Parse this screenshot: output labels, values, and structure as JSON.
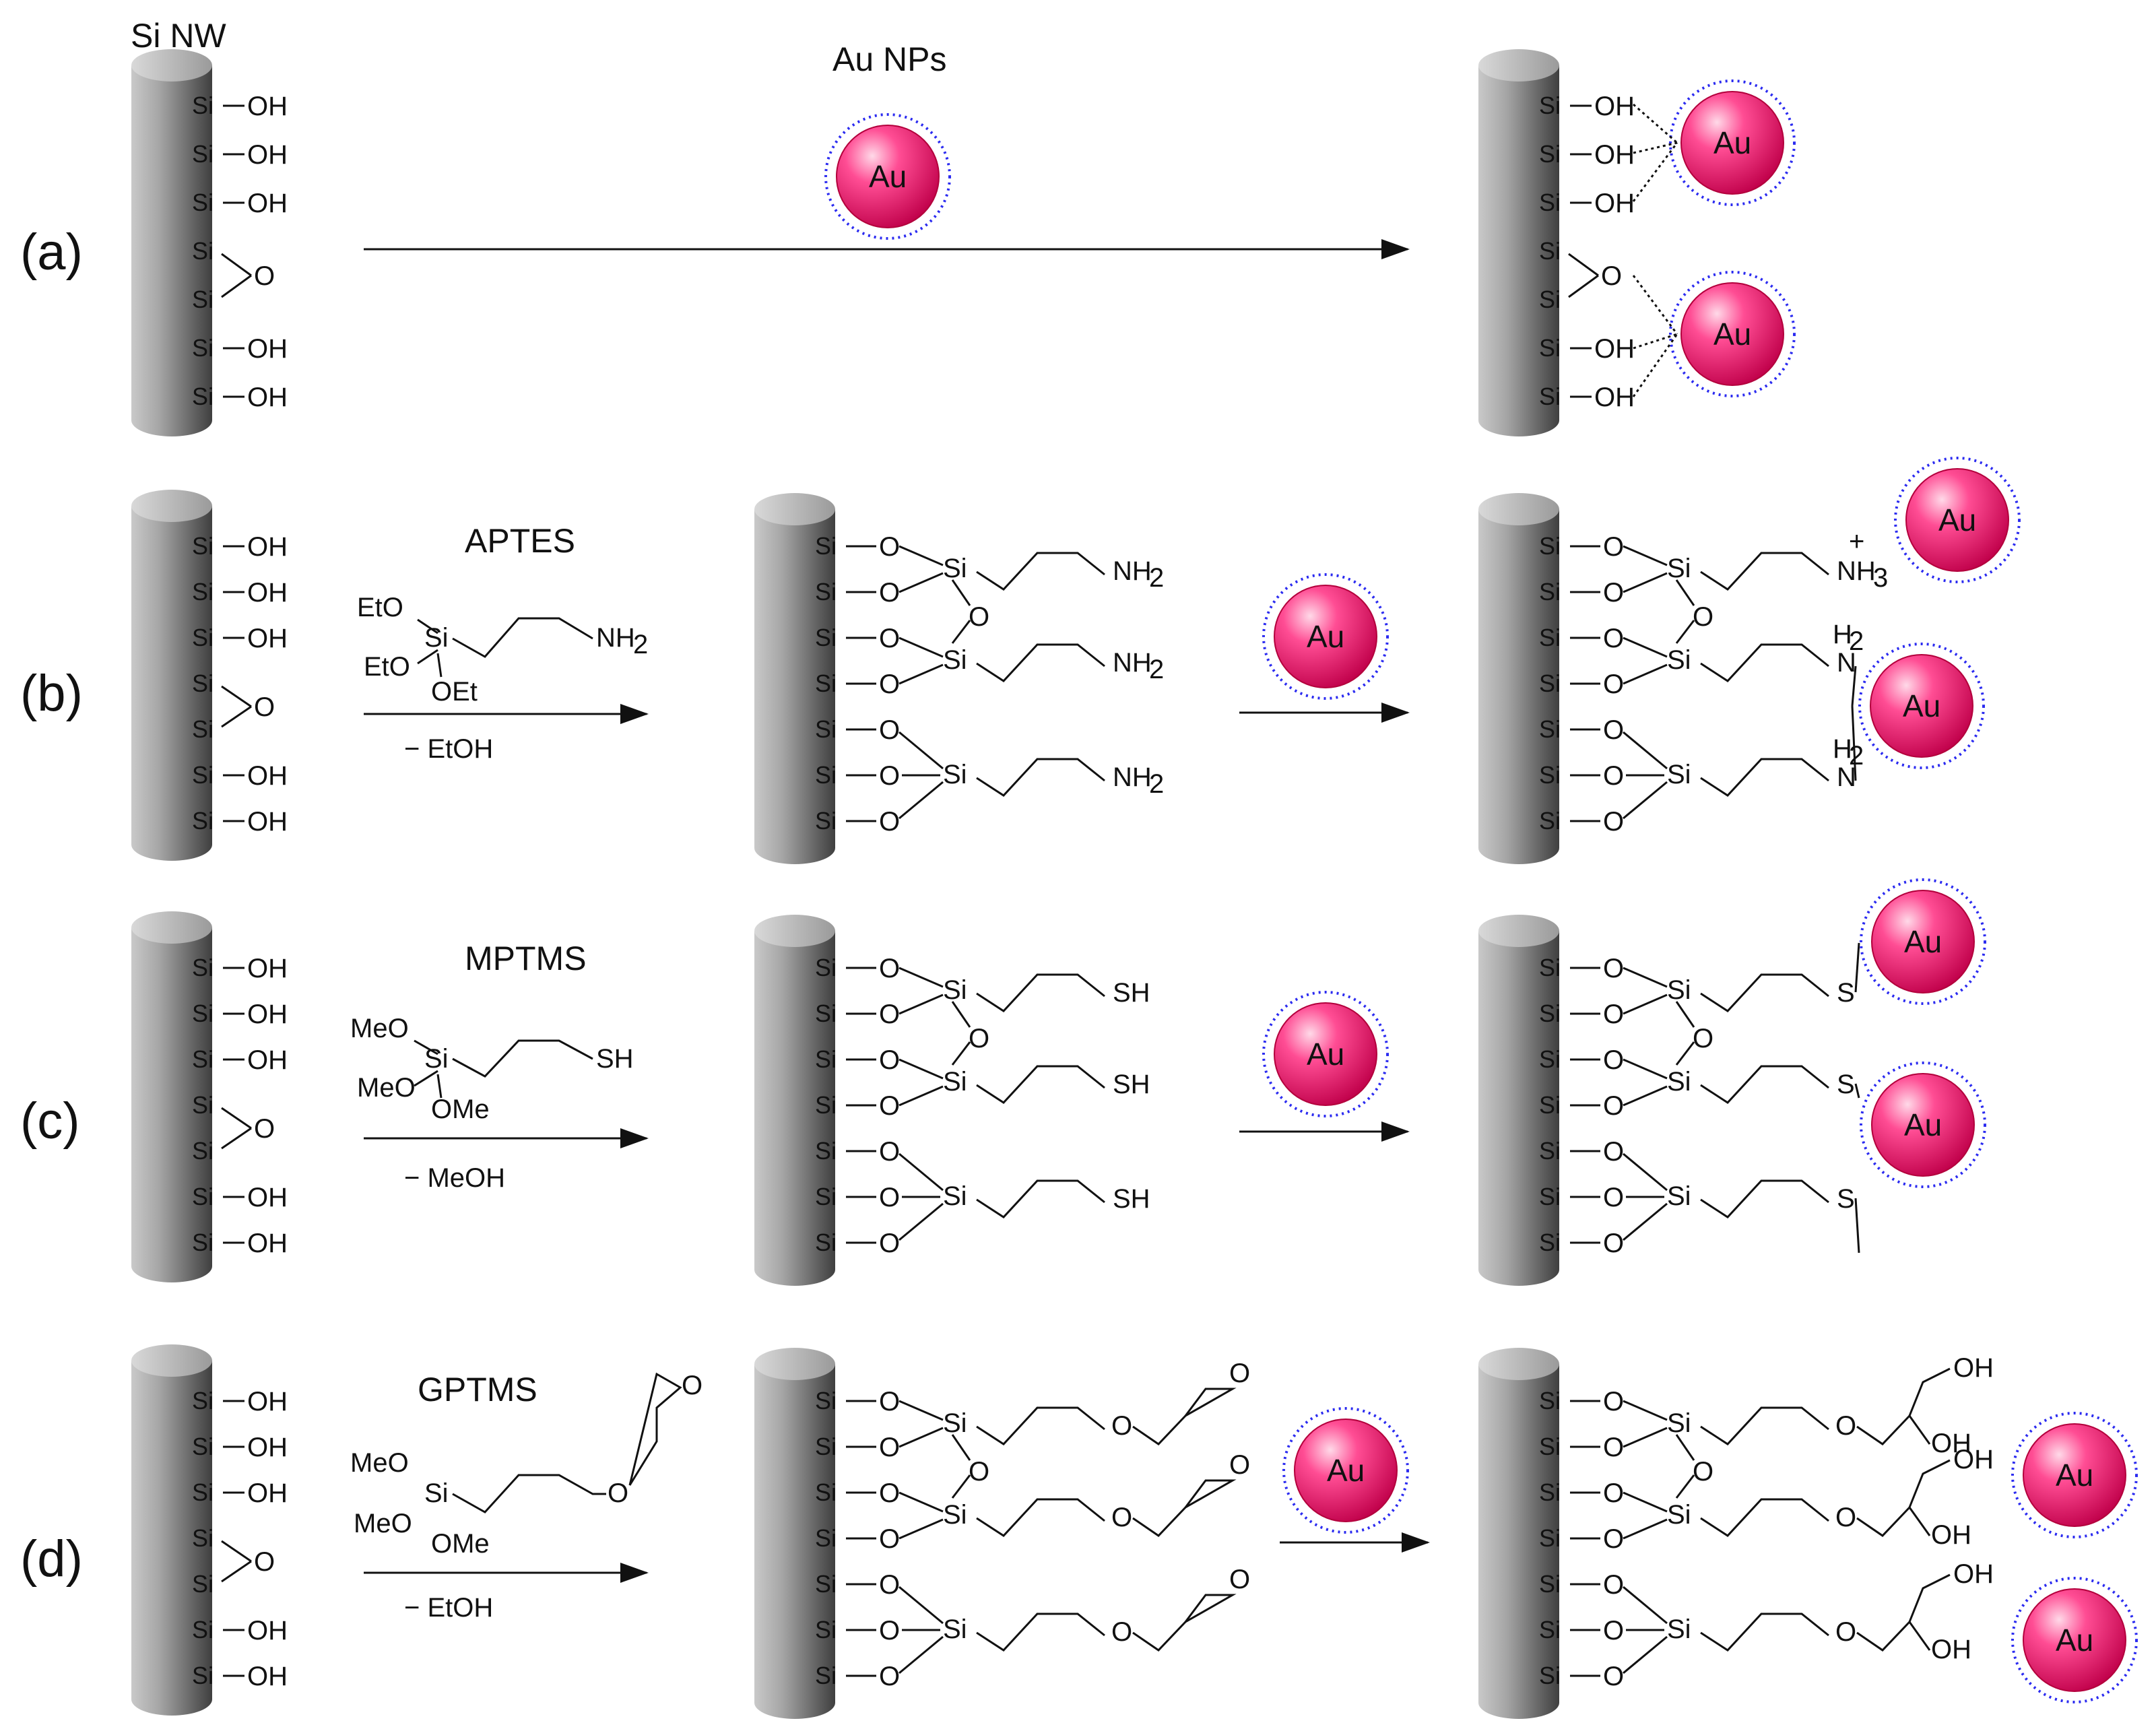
{
  "labels": {
    "si_nw": "Si NW",
    "au_nps": "Au NPs",
    "au": "Au",
    "si": "Si",
    "oh": "OH",
    "o": "O",
    "sh": "SH",
    "s": "S",
    "nh2": "NH",
    "nh2_sub": "2",
    "nh3_plus": "NH",
    "nh3_sub": "3",
    "plus": "+",
    "h2": "H",
    "h2_sub": "2",
    "n": "N"
  },
  "rows": [
    {
      "id": "a",
      "label": "(a)"
    },
    {
      "id": "b",
      "label": "(b)",
      "reagent": "APTES",
      "byproduct": "− EtOH",
      "r1": "EtO",
      "r2": "EtO",
      "r3": "OEt",
      "tail": "NH"
    },
    {
      "id": "c",
      "label": "(c)",
      "reagent": "MPTMS",
      "byproduct": "− MeOH",
      "r1": "MeO",
      "r2": "MeO",
      "r3": "OMe",
      "tail": "SH"
    },
    {
      "id": "d",
      "label": "(d)",
      "reagent": "GPTMS",
      "byproduct": "− EtOH",
      "r1": "MeO",
      "r2": "MeO",
      "r3": "OMe",
      "tail": "O"
    }
  ],
  "colors": {
    "au_particle": "#e8005a",
    "ligand_shell": "#2b2bf0",
    "nanowire": "#8c8c8c"
  }
}
